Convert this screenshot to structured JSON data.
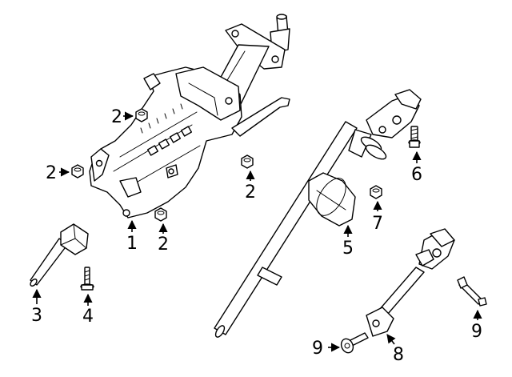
{
  "callouts": {
    "c2a": "2",
    "c2b": "2",
    "c2c": "2",
    "c2d": "2",
    "c1": "1",
    "c3": "3",
    "c4": "4",
    "c5": "5",
    "c6": "6",
    "c7": "7",
    "c8": "8",
    "c9a": "9",
    "c9b": "9"
  }
}
